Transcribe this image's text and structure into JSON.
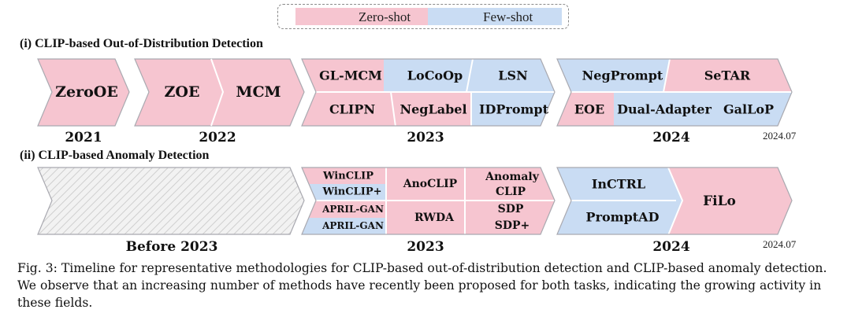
{
  "colors": {
    "zero_shot": "#f6c5d0",
    "few_shot": "#c9dcf3",
    "hatch_bg": "#f2f2f2",
    "hatch_line": "#cfcfcf",
    "stroke": "#a9a9b0"
  },
  "legend": {
    "zero_shot": "Zero-shot",
    "few_shot": "Few-shot"
  },
  "ood": {
    "title": "(i) CLIP-based Out-of-Distribution Detection",
    "years": {
      "y2021": "2021",
      "y2022": "2022",
      "y2023": "2023",
      "y2024": "2024"
    },
    "stamp": "2024.07",
    "methods": {
      "zeroOE": "ZeroOE",
      "zoe": "ZOE",
      "mcm": "MCM",
      "glmcm": "GL-MCM",
      "locoop": "LoCoOp",
      "lsn": "LSN",
      "clipn": "CLIPN",
      "neglabel": "NegLabel",
      "idprompt": "IDPrompt",
      "negprompt": "NegPrompt",
      "setar": "SeTAR",
      "eoe": "EOE",
      "dualadapter": "Dual-Adapter",
      "galop": "GalLoP"
    }
  },
  "ad": {
    "title": "(ii) CLIP-based Anomaly Detection",
    "years": {
      "before": "Before 2023",
      "y2023": "2023",
      "y2024": "2024"
    },
    "stamp": "2024.07",
    "methods": {
      "winclip": "WinCLIP",
      "winclipplus": "WinCLIP+",
      "anoclip": "AnoCLIP",
      "anomaly": "Anomaly",
      "clip": "CLIP",
      "aprilgan_z": "APRIL-GAN",
      "aprilgan_f": "APRIL-GAN",
      "rwda": "RWDA",
      "sdp": "SDP",
      "sdpplus": "SDP+",
      "inctrl": "InCTRL",
      "promptad": "PromptAD",
      "filo": "FiLo"
    }
  },
  "caption": "Fig. 3: Timeline for representative methodologies for CLIP-based out-of-distribution detection and CLIP-based anomaly detection. We observe that an increasing number of methods have recently been proposed for both tasks, indicating the growing activity in these fields."
}
